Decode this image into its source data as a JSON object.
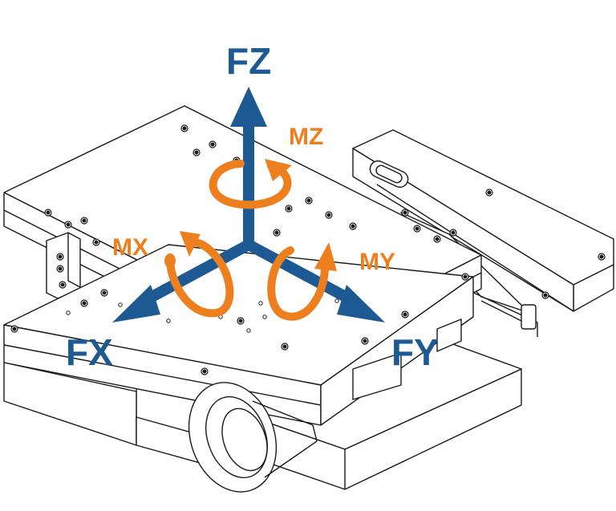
{
  "colors": {
    "force_axis": "#1d5a93",
    "moment_arrow": "#ee7f1f",
    "outline": "#1a1a1a",
    "fill": "#ffffff"
  },
  "labels": {
    "fz": "FZ",
    "fx": "FX",
    "fy": "FY",
    "mz": "MZ",
    "mx": "MX",
    "my": "MY"
  }
}
